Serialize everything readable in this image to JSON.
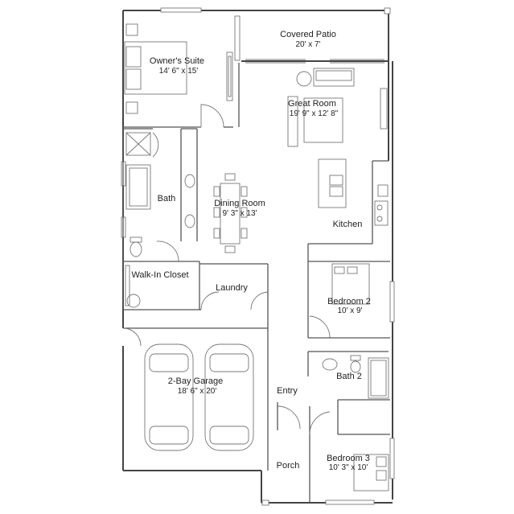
{
  "rooms": {
    "covered_patio": {
      "name": "Covered Patio",
      "dims": "20' x 7'"
    },
    "owners_suite": {
      "name": "Owner's Suite",
      "dims": "14' 6\" x 15'"
    },
    "great_room": {
      "name": "Great Room",
      "dims": "19' 9\" x 12' 8\""
    },
    "bath": {
      "name": "Bath"
    },
    "dining_room": {
      "name": "Dining Room",
      "dims": "9' 3\" x 13'"
    },
    "kitchen": {
      "name": "Kitchen"
    },
    "walk_in_closet": {
      "name": "Walk-In Closet"
    },
    "laundry": {
      "name": "Laundry"
    },
    "bedroom_2": {
      "name": "Bedroom 2",
      "dims": "10' x 9'"
    },
    "bath_2": {
      "name": "Bath 2"
    },
    "garage": {
      "name": "2-Bay Garage",
      "dims": "18' 6\" x 20'"
    },
    "entry": {
      "name": "Entry"
    },
    "porch": {
      "name": "Porch"
    },
    "bedroom_3": {
      "name": "Bedroom 3",
      "dims": "10' 3\" x 10'"
    }
  }
}
